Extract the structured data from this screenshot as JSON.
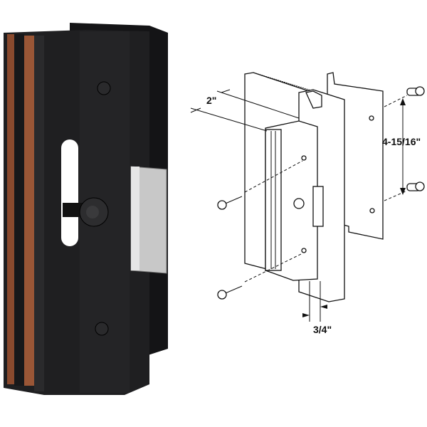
{
  "product_photo": {
    "handle_color": "#1c1c1e",
    "wood_trim_color": "#8a4a2e",
    "latch_color": "#c8c8c8"
  },
  "diagram": {
    "dimensions": {
      "depth": "2\"",
      "screw_spacing": "4-15/16\"",
      "thickness": "3/4\""
    }
  }
}
